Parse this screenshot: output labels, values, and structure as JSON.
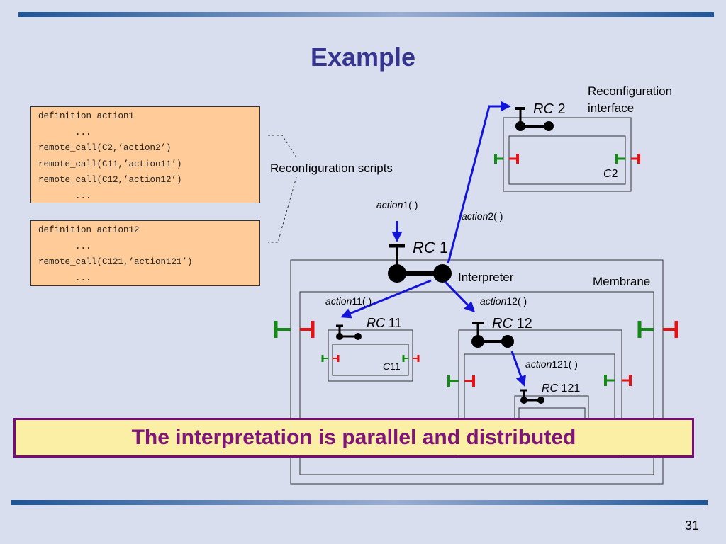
{
  "title": "Example",
  "code_blocks": [
    {
      "lines": [
        "definition action1",
        "...",
        "remote_call(C2,’action2’)",
        "remote_call(C11,’action11’)",
        "remote_call(C12,’action12’)",
        "..."
      ]
    },
    {
      "lines": [
        "definition action12",
        "...",
        "remote_call(C121,’action121’)",
        "..."
      ]
    }
  ],
  "diagram": {
    "scripts_label": "Reconfiguration scripts",
    "reconf_interface_line1": "Reconfiguration",
    "reconf_interface_line2": "interface",
    "membrane_label": "Membrane",
    "interpreter_label": "Interpreter",
    "rc_prefix": "RC",
    "rc1_num": " 1",
    "rc2_num": " 2",
    "rc11_num": " 11",
    "rc12_num": " 12",
    "rc121_num": " 121",
    "c_prefix": "C",
    "c2_num": "2",
    "c11_num": "11",
    "action_word": "action",
    "action1_num": "1",
    "action2_num": "2",
    "action11_num": "11",
    "action12_num": "12",
    "action121_num": "121",
    "parens": "( )",
    "colors": {
      "interface_green": "#138a13",
      "interface_red": "#e81010",
      "arrow_blue": "#1414d8"
    }
  },
  "banner": "The interpretation is parallel and distributed",
  "page_number": "31"
}
